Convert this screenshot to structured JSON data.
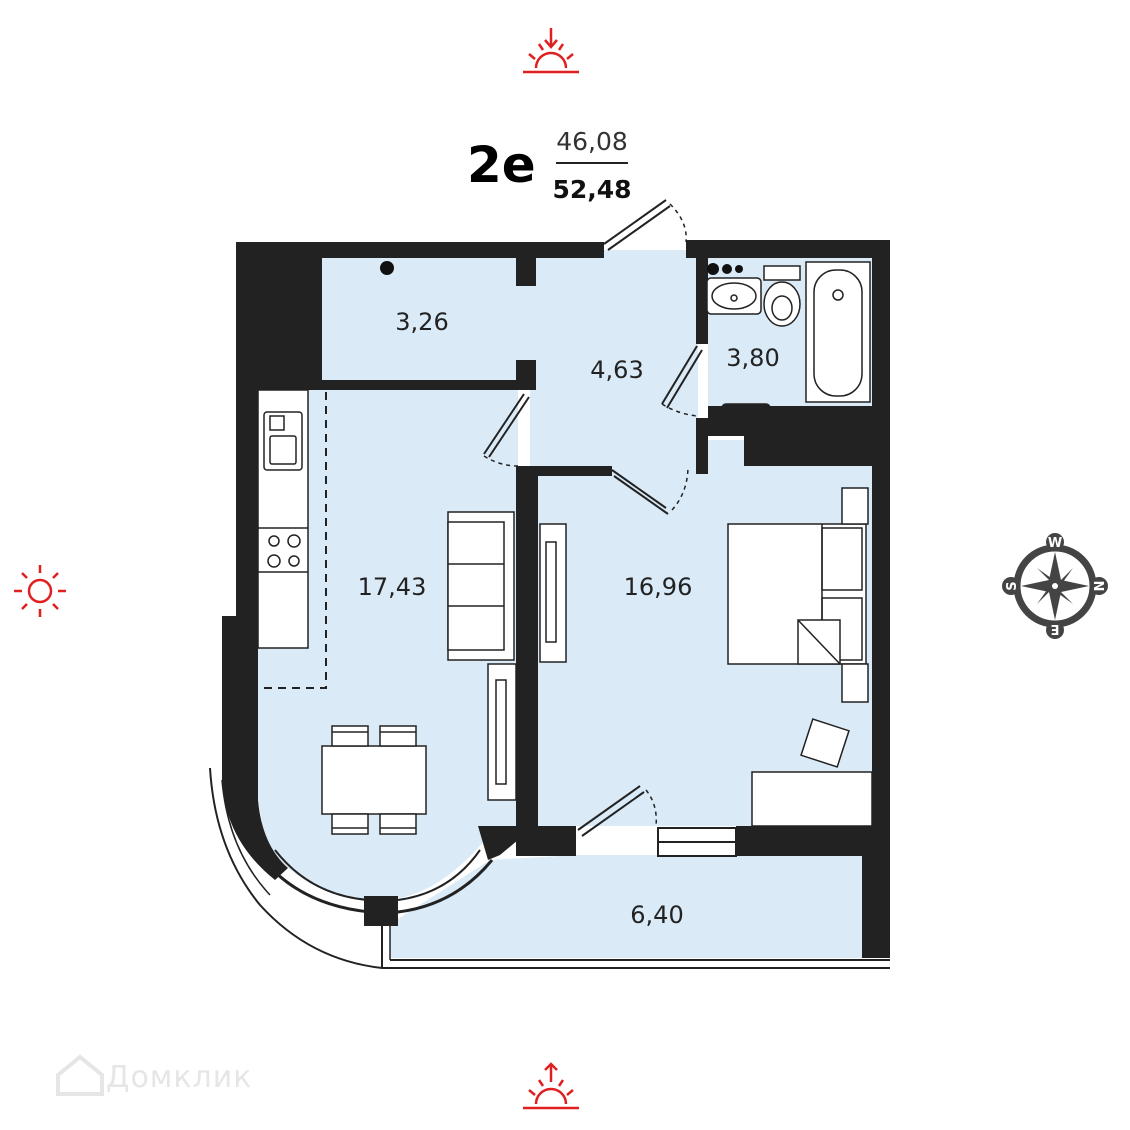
{
  "apartment": {
    "type": "2е",
    "living_area": "46,08",
    "total_area": "52,48"
  },
  "rooms": [
    {
      "id": "closet",
      "area": "3,26"
    },
    {
      "id": "hall",
      "area": "4,63"
    },
    {
      "id": "bathroom",
      "area": "3,80"
    },
    {
      "id": "kitchen-living",
      "area": "17,43"
    },
    {
      "id": "bedroom",
      "area": "16,96"
    },
    {
      "id": "balcony",
      "area": "6,40"
    }
  ],
  "compass": {
    "letters": [
      "W",
      "N",
      "E",
      "S"
    ]
  },
  "watermark": {
    "text": "Домклик"
  },
  "icons": {
    "sun_top": "sunrise-arrow-icon",
    "sun_left": "sun-icon",
    "sun_bottom": "sunrise-arrow-icon",
    "compass": "compass-rose-icon"
  },
  "colors": {
    "room_fill": "#daeaf6",
    "wall": "#222222",
    "sun": "#e02020",
    "compass_body": "#444444"
  }
}
